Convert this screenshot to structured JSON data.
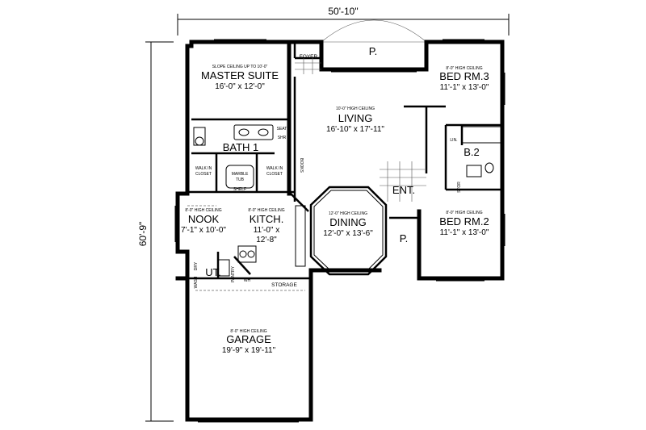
{
  "dimensions": {
    "width": "50'-10\"",
    "depth": "60'-9\""
  },
  "rooms": {
    "master_suite": {
      "note": "SLOPE CEILING UP TO 10'-0\"",
      "name": "MASTER SUITE",
      "size": "16'-0\" x 12'-0\""
    },
    "foyer": {
      "name": "FOYER"
    },
    "porch_front": {
      "name": "P."
    },
    "living": {
      "note": "10'-0\" HIGH CEILING",
      "name": "LIVING",
      "size": "16'-10\" x 17'-11\""
    },
    "bed3": {
      "note": "8'-0\" HIGH CEILING",
      "name": "BED RM.3",
      "size": "11'-1\" x 13'-0\""
    },
    "bath1": {
      "name": "BATH 1",
      "seat": "SEAT",
      "shr": "SHR"
    },
    "walk_in_closet_left": {
      "line1": "WALK IN",
      "line2": "CLOSET"
    },
    "walk_in_closet_right": {
      "line1": "WALK IN",
      "line2": "CLOSET"
    },
    "marble_tub": {
      "line1": "MARBLE",
      "line2": "TUB"
    },
    "shelf": {
      "name": "SHELF"
    },
    "books": {
      "name": "BOOKS"
    },
    "lin": {
      "name": "LIN."
    },
    "bath2": {
      "name": "B.2"
    },
    "stor_small": {
      "name": "STOR"
    },
    "entry": {
      "name": "ENT."
    },
    "nook": {
      "note": "8'-0\" HIGH CEILING",
      "name": "NOOK",
      "size": "7'-1\" x 10'-0\""
    },
    "kitchen": {
      "note": "8'-0\" HIGH CEILING",
      "name": "KITCH.",
      "size1": "11'-0\" x",
      "size2": "12'-8\""
    },
    "dining": {
      "note": "12'-0\" HIGH CEILING",
      "name": "DINING",
      "size": "12'-0\" x 13'-6\""
    },
    "bed2": {
      "note": "8'-0\" HIGH CEILING",
      "name": "BED RM.2",
      "size": "11'-1\" x 13'-0\""
    },
    "porch_side": {
      "name": "P."
    },
    "utility": {
      "name": "UT.",
      "dry": "DRY",
      "wash": "WASH"
    },
    "pantry": {
      "name": "PANTRY"
    },
    "wh": {
      "name": "WH"
    },
    "storage": {
      "name": "STORAGE"
    },
    "garage": {
      "note": "8'-0\" HIGH CEILING",
      "name": "GARAGE",
      "size": "19'-9\" x 19'-11\""
    }
  }
}
